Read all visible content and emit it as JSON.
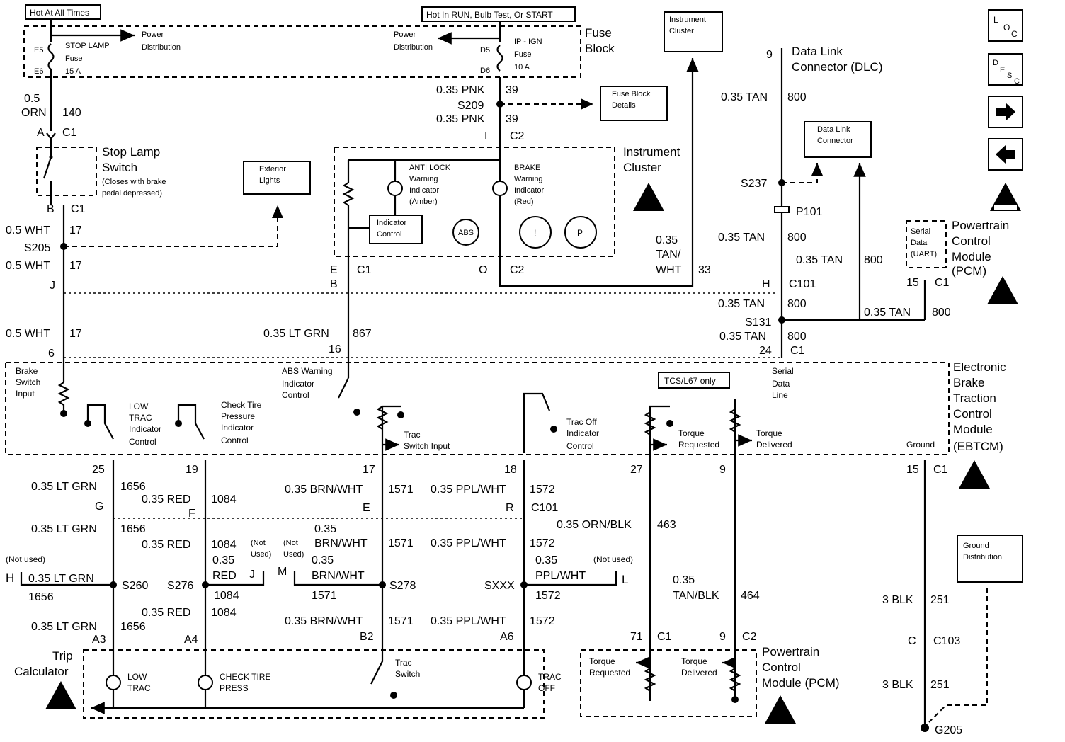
{
  "banners": {
    "hot_at_all_times": "Hot At All Times",
    "hot_in_run": "Hot In RUN, Bulb Test, Or START"
  },
  "fuse_block": {
    "label_1": "Fuse",
    "label_2": "Block",
    "power_dist_left_1": "Power",
    "power_dist_left_2": "Distribution",
    "power_dist_right_1": "Power",
    "power_dist_right_2": "Distribution",
    "stop_lamp_fuse": {
      "pin_top": "E5",
      "pin_bottom": "E6",
      "name": "STOP LAMP",
      "word": "Fuse",
      "amps": "15 A"
    },
    "ign_fuse": {
      "pin_top": "D5",
      "pin_bottom": "D6",
      "name": "IP - IGN",
      "word": "Fuse",
      "amps": "10 A"
    }
  },
  "refs": {
    "instrument_cluster_1": "Instrument",
    "instrument_cluster_2": "Cluster",
    "fuse_block_details_1": "Fuse Block",
    "fuse_block_details_2": "Details",
    "exterior_lights_1": "Exterior",
    "exterior_lights_2": "Lights",
    "dlc_1": "Data Link",
    "dlc_2": "Connector",
    "ground_dist_1": "Ground",
    "ground_dist_2": "Distribution"
  },
  "icons": {
    "loc_1": "L",
    "loc_2": "O",
    "loc_3": "C",
    "desc_1": "D",
    "desc_2": "E",
    "desc_3": "S",
    "desc_4": "C"
  },
  "left": {
    "w140": {
      "gauge": "0.5",
      "color": "ORN",
      "circuit": "140"
    },
    "conn_a": "A",
    "conn_c1": "C1",
    "conn_b": "B",
    "conn_j": "J",
    "pin_6": "6",
    "switch": {
      "name_1": "Stop Lamp",
      "name_2": "Switch",
      "note_1": "(Closes with brake",
      "note_2": "pedal depressed)"
    },
    "w17": {
      "gauge_color": "0.5 WHT",
      "circuit": "17"
    },
    "s205": "S205"
  },
  "cluster": {
    "w39": {
      "gauge_color": "0.35 PNK",
      "circuit": "39"
    },
    "s209": "S209",
    "conn_i": "I",
    "conn_c2": "C2",
    "name_1": "Instrument",
    "name_2": "Cluster",
    "indicator_control_1": "Indicator",
    "indicator_control_2": "Control",
    "antilock": {
      "l1": "ANTI LOCK",
      "l2": "Warning",
      "l3": "Indicator",
      "l4": "(Amber)"
    },
    "brake": {
      "l1": "BRAKE",
      "l2": "Warning",
      "l3": "Indicator",
      "l4": "(Red)"
    },
    "abs_symbol": "ABS",
    "brake_symbol": "!",
    "park_symbol": "P",
    "conn_e": "E",
    "conn_c1": "C1",
    "conn_b": "B",
    "conn_o": "O",
    "w33": {
      "gauge": "0.35",
      "color_1": "TAN/",
      "color_2": "WHT",
      "circuit": "33"
    },
    "w867": {
      "gauge_color": "0.35 LT GRN",
      "circuit": "867",
      "pin": "16"
    }
  },
  "dlc": {
    "pin": "9",
    "name_1": "Data Link",
    "name_2": "Connector (DLC)",
    "w800": {
      "gauge_color": "0.35 TAN",
      "circuit": "800"
    },
    "s237": "S237",
    "p101": "P101",
    "conn_h": "H",
    "conn_c101": "C101",
    "s131": "S131",
    "pin_24": "24",
    "conn_c1": "C1"
  },
  "pcm_top": {
    "uart_1": "Serial",
    "uart_2": "Data",
    "uart_3": "(UART)",
    "name_1": "Powertrain",
    "name_2": "Control",
    "name_3": "Module",
    "name_4": "(PCM)",
    "pin": "15",
    "conn": "C1"
  },
  "ebtcm": {
    "name_1": "Electronic",
    "name_2": "Brake",
    "name_3": "Traction",
    "name_4": "Control",
    "name_5": "Module",
    "name_6": "(EBTCM)",
    "brake_switch_1": "Brake",
    "brake_switch_2": "Switch",
    "brake_switch_3": "Input",
    "low_trac_1": "LOW",
    "low_trac_2": "TRAC",
    "low_trac_3": "Indicator",
    "low_trac_4": "Control",
    "check_tire_1": "Check Tire",
    "check_tire_2": "Pressure",
    "check_tire_3": "Indicator",
    "check_tire_4": "Control",
    "abs_warn_1": "ABS Warning",
    "abs_warn_2": "Indicator",
    "abs_warn_3": "Control",
    "trac_switch_1": "Trac",
    "trac_switch_2": "Switch Input",
    "trac_off_1": "Trac Off",
    "trac_off_2": "Indicator",
    "trac_off_3": "Control",
    "tcs_only": "TCS/L67 only",
    "torque_req_1": "Torque",
    "torque_req_2": "Requested",
    "torque_del_1": "Torque",
    "torque_del_2": "Delivered",
    "serial_1": "Serial",
    "serial_2": "Data",
    "serial_3": "Line",
    "ground": "Ground"
  },
  "harness": {
    "p25": "25",
    "p19": "19",
    "p17": "17",
    "p18": "18",
    "p27": "27",
    "p9": "9",
    "p15": "15",
    "p71": "71",
    "c1": "C1",
    "c2": "C2",
    "c101": "C101",
    "w1656": "0.35 LT GRN",
    "c1656": "1656",
    "w1084": "0.35 RED",
    "c1084": "1084",
    "w1571": "0.35 BRN/WHT",
    "c1571": "1571",
    "w1572": "0.35 PPL/WHT",
    "c1572": "1572",
    "w463": "0.35 ORN/BLK",
    "c463": "463",
    "gauge": "0.35",
    "color_1084": "RED",
    "color_1571": "BRN/WHT",
    "color_1572": "PPL/WHT",
    "color_464": "TAN/BLK",
    "c464": "464",
    "conn_g": "G",
    "conn_f": "F",
    "conn_e": "E",
    "conn_r": "R",
    "conn_h": "H",
    "conn_j": "J",
    "conn_m": "M",
    "conn_l": "L",
    "not_used_1": "(Not",
    "not_used_2": "Used)",
    "not_used_h": "(Not used)",
    "s260": "S260",
    "s276": "S276",
    "s278": "S278",
    "sxxx": "SXXX",
    "a3": "A3",
    "a4": "A4",
    "b2": "B2",
    "a6": "A6"
  },
  "ground": {
    "w251": "3 BLK",
    "c251": "251",
    "conn_c": "C",
    "c103": "C103",
    "g205": "G205"
  },
  "trip": {
    "name_1": "Trip",
    "name_2": "Calculator",
    "low_trac_1": "LOW",
    "low_trac_2": "TRAC",
    "check_tire_1": "CHECK TIRE",
    "check_tire_2": "PRESS",
    "trac_switch_1": "Trac",
    "trac_switch_2": "Switch",
    "trac_off_1": "TRAC",
    "trac_off_2": "OFF"
  },
  "pcm_bottom": {
    "name_1": "Powertrain",
    "name_2": "Control",
    "name_3": "Module (PCM)",
    "req_1": "Torque",
    "req_2": "Requested",
    "del_1": "Torque",
    "del_2": "Delivered"
  }
}
